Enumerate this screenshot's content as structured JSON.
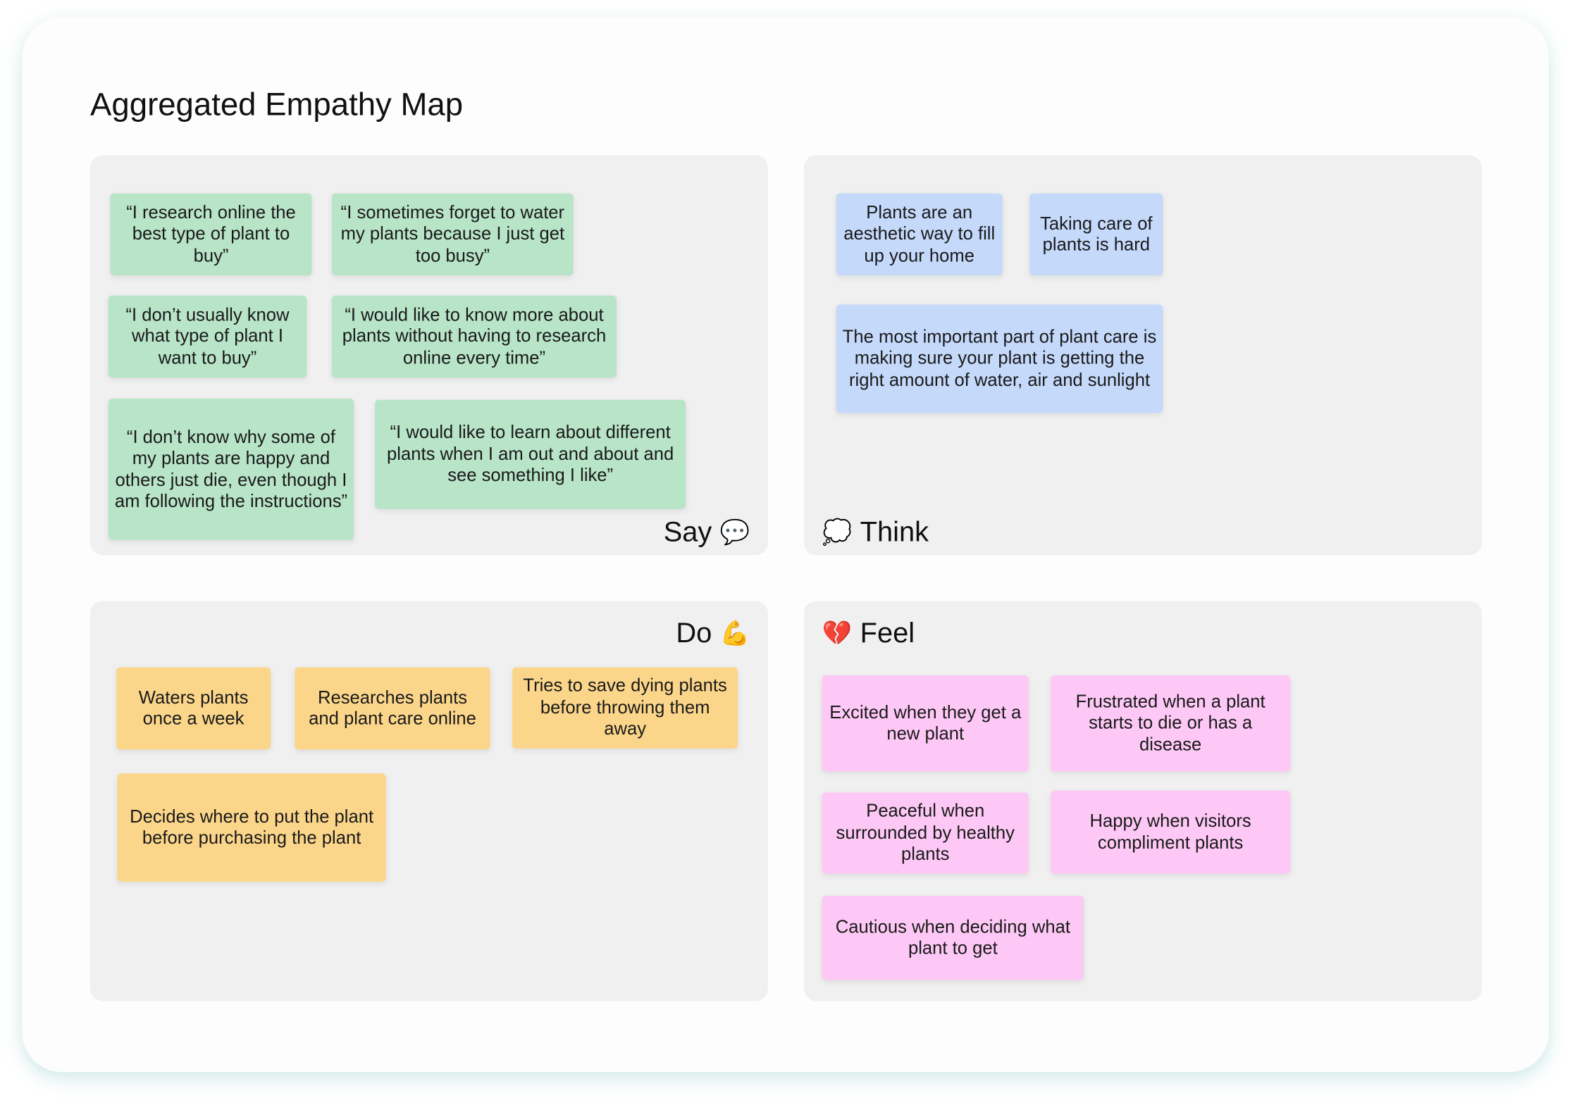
{
  "title": "Aggregated Empathy Map",
  "colors": {
    "say": "#b8e4c8",
    "think": "#c5d9fb",
    "do": "#fbd68a",
    "feel": "#fdc8f5",
    "quadrant_bg": "#f0f0f0"
  },
  "say": {
    "label": "Say",
    "icon": "speech-bubble-icon",
    "notes": [
      "“I research online the best type of plant to buy”",
      "“I sometimes forget to water my plants because I just get too busy”",
      "“I don’t usually know what type of plant I want to buy”",
      "“I would like to know more about plants without having to research online every time”",
      "“I don’t know why some of my plants are happy and others just die, even though I am following the instructions”",
      "“I would like to learn about different plants when I am out and about and see something I like”"
    ]
  },
  "think": {
    "label": "Think",
    "icon": "thought-bubble-icon",
    "notes": [
      "Plants are an aesthetic way to fill up your home",
      "Taking care of plants is hard",
      "The most important part of plant care is making sure your plant is getting the right amount of water, air and sunlight"
    ]
  },
  "do": {
    "label": "Do",
    "icon": "flexed-biceps-icon",
    "notes": [
      "Waters plants once a week",
      "Researches plants and plant care online",
      "Tries to save dying plants before throwing them away",
      "Decides where to put the plant before purchasing the plant"
    ]
  },
  "feel": {
    "label": "Feel",
    "icon": "broken-heart-icon",
    "notes": [
      "Excited when they get a new plant",
      "Frustrated when a plant starts to die or has a disease",
      "Peaceful when surrounded by healthy plants",
      "Happy when visitors compliment plants",
      "Cautious when deciding what plant to get"
    ]
  }
}
